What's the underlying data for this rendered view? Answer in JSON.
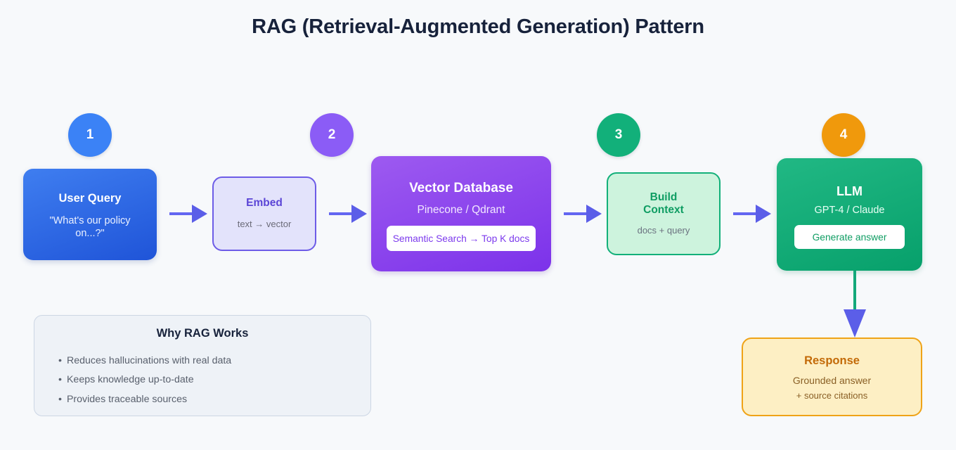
{
  "title": "RAG (Retrieval-Augmented Generation) Pattern",
  "background_color": "#f7f9fb",
  "connector_color": "#5b5ee8",
  "flow": {
    "steps": [
      {
        "badge": "1",
        "badge_color": "#3b82f6",
        "name": "user-query",
        "title": "User Query",
        "subtitle": "\"What's our policy on...?\"",
        "chip": null,
        "fill": "#2f6ce6"
      },
      {
        "badge": "2",
        "badge_color": "#8b5cf6",
        "name": "embed",
        "title": "Embed",
        "subtitle": "text → vector",
        "chip": null,
        "fill": "#e3e3fb"
      },
      {
        "badge": null,
        "badge_color": null,
        "name": "vector-database",
        "title": "Vector Database",
        "subtitle": "Pinecone / Qdrant",
        "chip": "Semantic Search → Top K docs",
        "fill": "#8b45ed"
      },
      {
        "badge": "3",
        "badge_color": "#12b07a",
        "name": "build-context",
        "title_line1": "Build",
        "title_line2": "Context",
        "subtitle": "docs + query",
        "chip": null,
        "fill": "#cdf3dd"
      },
      {
        "badge": "4",
        "badge_color": "#f0990c",
        "name": "llm",
        "title": "LLM",
        "subtitle": "GPT-4 / Claude",
        "chip": "Generate answer",
        "fill": "#11ab75"
      }
    ],
    "output": {
      "name": "response",
      "title": "Response",
      "subtitle": "Grounded answer",
      "subtitle2": "+ source citations",
      "fill": "#fdefc4",
      "border_color": "#efa317"
    }
  },
  "info_panel": {
    "title": "Why RAG Works",
    "bullets": [
      "Reduces hallucinations with real data",
      "Keeps knowledge up-to-date",
      "Provides traceable sources"
    ]
  }
}
